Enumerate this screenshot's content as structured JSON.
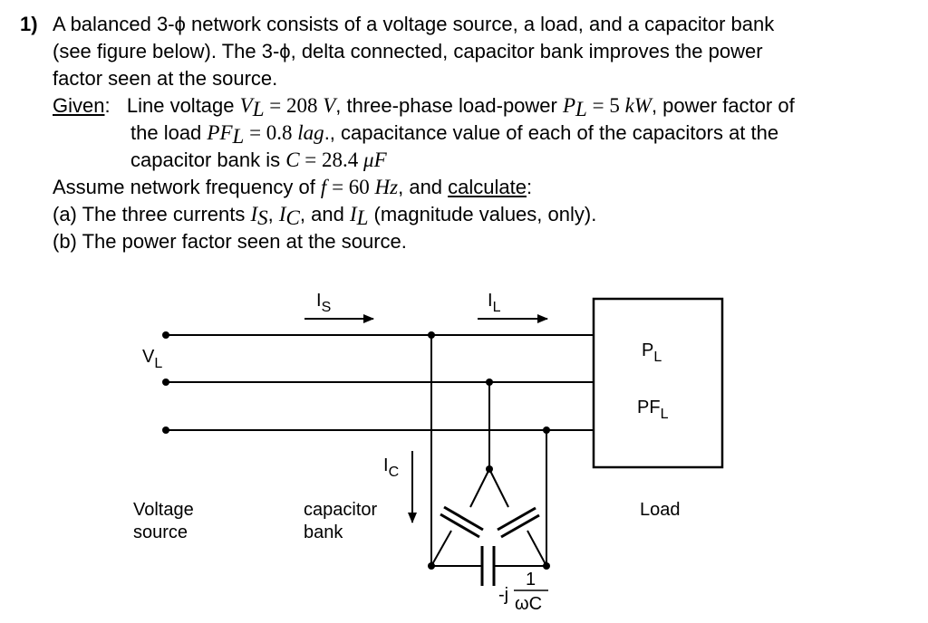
{
  "problem": {
    "number": "1)",
    "intro_line1": "A balanced 3-ϕ network consists of a voltage source, a load, and a capacitor bank",
    "intro_line2": "(see figure below). The 3-ϕ, delta connected, capacitor bank improves the power",
    "intro_line3": "factor seen at the source.",
    "given_label": "Given",
    "given_colon": ":",
    "given_line1_a": "Line voltage ",
    "given_VL_sym": "V",
    "given_VL_sub": "L",
    "given_VL_val": " = 208 ",
    "given_VL_unit": "V",
    "given_line1_b": ", three-phase load-power ",
    "given_PL_sym": "P",
    "given_PL_sub": "L",
    "given_PL_val": " = 5 ",
    "given_PL_unit": "kW",
    "given_line1_c": ", power factor of",
    "given_line2_a": "the load ",
    "given_PF_sym": "PF",
    "given_PF_sub": "L",
    "given_PF_val": " = 0.8 ",
    "given_PF_unit": "lag",
    "given_line2_b": "., capacitance value of each of the capacitors at the",
    "given_line3_a": "capacitor bank is ",
    "given_C_sym": "C",
    "given_C_val": " = 28.4 ",
    "given_C_unit": "μF",
    "assume_a": "Assume network frequency of ",
    "assume_f_sym": "f",
    "assume_f_val": " = 60 ",
    "assume_f_unit": "Hz",
    "assume_b": ", and ",
    "calculate_label": "calculate",
    "assume_c": ":",
    "part_a_prefix": "(a) The three currents ",
    "part_a_IS": "I",
    "part_a_IS_sub": "S",
    "part_a_sep1": ", ",
    "part_a_IC": "I",
    "part_a_IC_sub": "C",
    "part_a_sep2": ", and ",
    "part_a_IL": "I",
    "part_a_IL_sub": "L",
    "part_a_suffix": " (magnitude values, only).",
    "part_b": "(b) The power factor seen at the source."
  },
  "diagram": {
    "label_IS_main": "I",
    "label_IS_sub": "S",
    "label_IL_main": "I",
    "label_IL_sub": "L",
    "label_IC_main": "I",
    "label_IC_sub": "C",
    "label_VL_main": "V",
    "label_VL_sub": "L",
    "label_PL_main": "P",
    "label_PL_sub": "L",
    "label_PFL_main": "PF",
    "label_PFL_sub": "L",
    "voltage_source_line1": "Voltage",
    "voltage_source_line2": "source",
    "capacitor_bank_line1": "capacitor",
    "capacitor_bank_line2": "bank",
    "load_label": "Load",
    "impedance_prefix": "-j",
    "impedance_num": "1",
    "impedance_den": "ωC"
  }
}
